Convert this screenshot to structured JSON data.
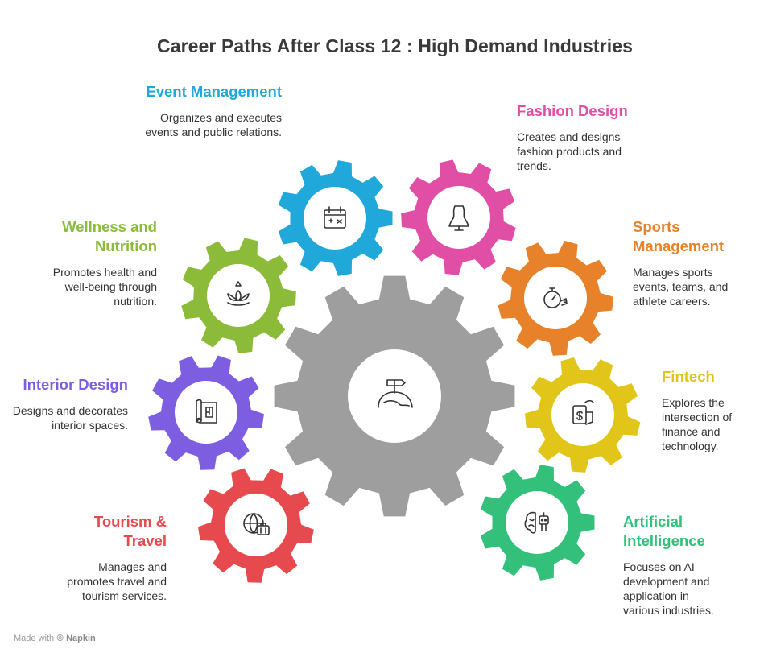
{
  "title": "Career Paths After Class 12 : High Demand Industries",
  "center": {
    "icon": "signpost-globe-icon",
    "color": "#9e9e9e"
  },
  "items": [
    {
      "id": "event-management",
      "title": "Event Management",
      "description": "Organizes and executes events and public relations.",
      "color": "#1fa8d9",
      "icon": "calendar-icon"
    },
    {
      "id": "fashion-design",
      "title": "Fashion Design",
      "description": "Creates and designs fashion products and trends.",
      "color": "#e04ea6",
      "icon": "dress-form-icon"
    },
    {
      "id": "sports-management",
      "title": "Sports Management",
      "description": "Manages sports events, teams, and athlete careers.",
      "color": "#e8822a",
      "icon": "stopwatch-whistle-icon"
    },
    {
      "id": "fintech",
      "title": "Fintech",
      "description": "Explores the intersection of finance and technology.",
      "color": "#e1c519",
      "icon": "wallet-phone-icon"
    },
    {
      "id": "artificial-intelligence",
      "title": "Artificial Intelligence",
      "description": "Focuses on AI development and application in various industries.",
      "color": "#33c07a",
      "icon": "ai-brain-icon"
    },
    {
      "id": "tourism-travel",
      "title": "Tourism & Travel",
      "description": "Manages and promotes travel and tourism services.",
      "color": "#e64a4e",
      "icon": "globe-luggage-icon"
    },
    {
      "id": "interior-design",
      "title": "Interior Design",
      "description": "Designs and decorates interior spaces.",
      "color": "#7e5ee0",
      "icon": "blueprint-icon"
    },
    {
      "id": "wellness-nutrition",
      "title": "Wellness and Nutrition",
      "description": "Promotes health and well-being through nutrition.",
      "color": "#8cbb3a",
      "icon": "lotus-icon"
    }
  ],
  "footer": {
    "made_with": "Made with",
    "brand": "Napkin"
  }
}
